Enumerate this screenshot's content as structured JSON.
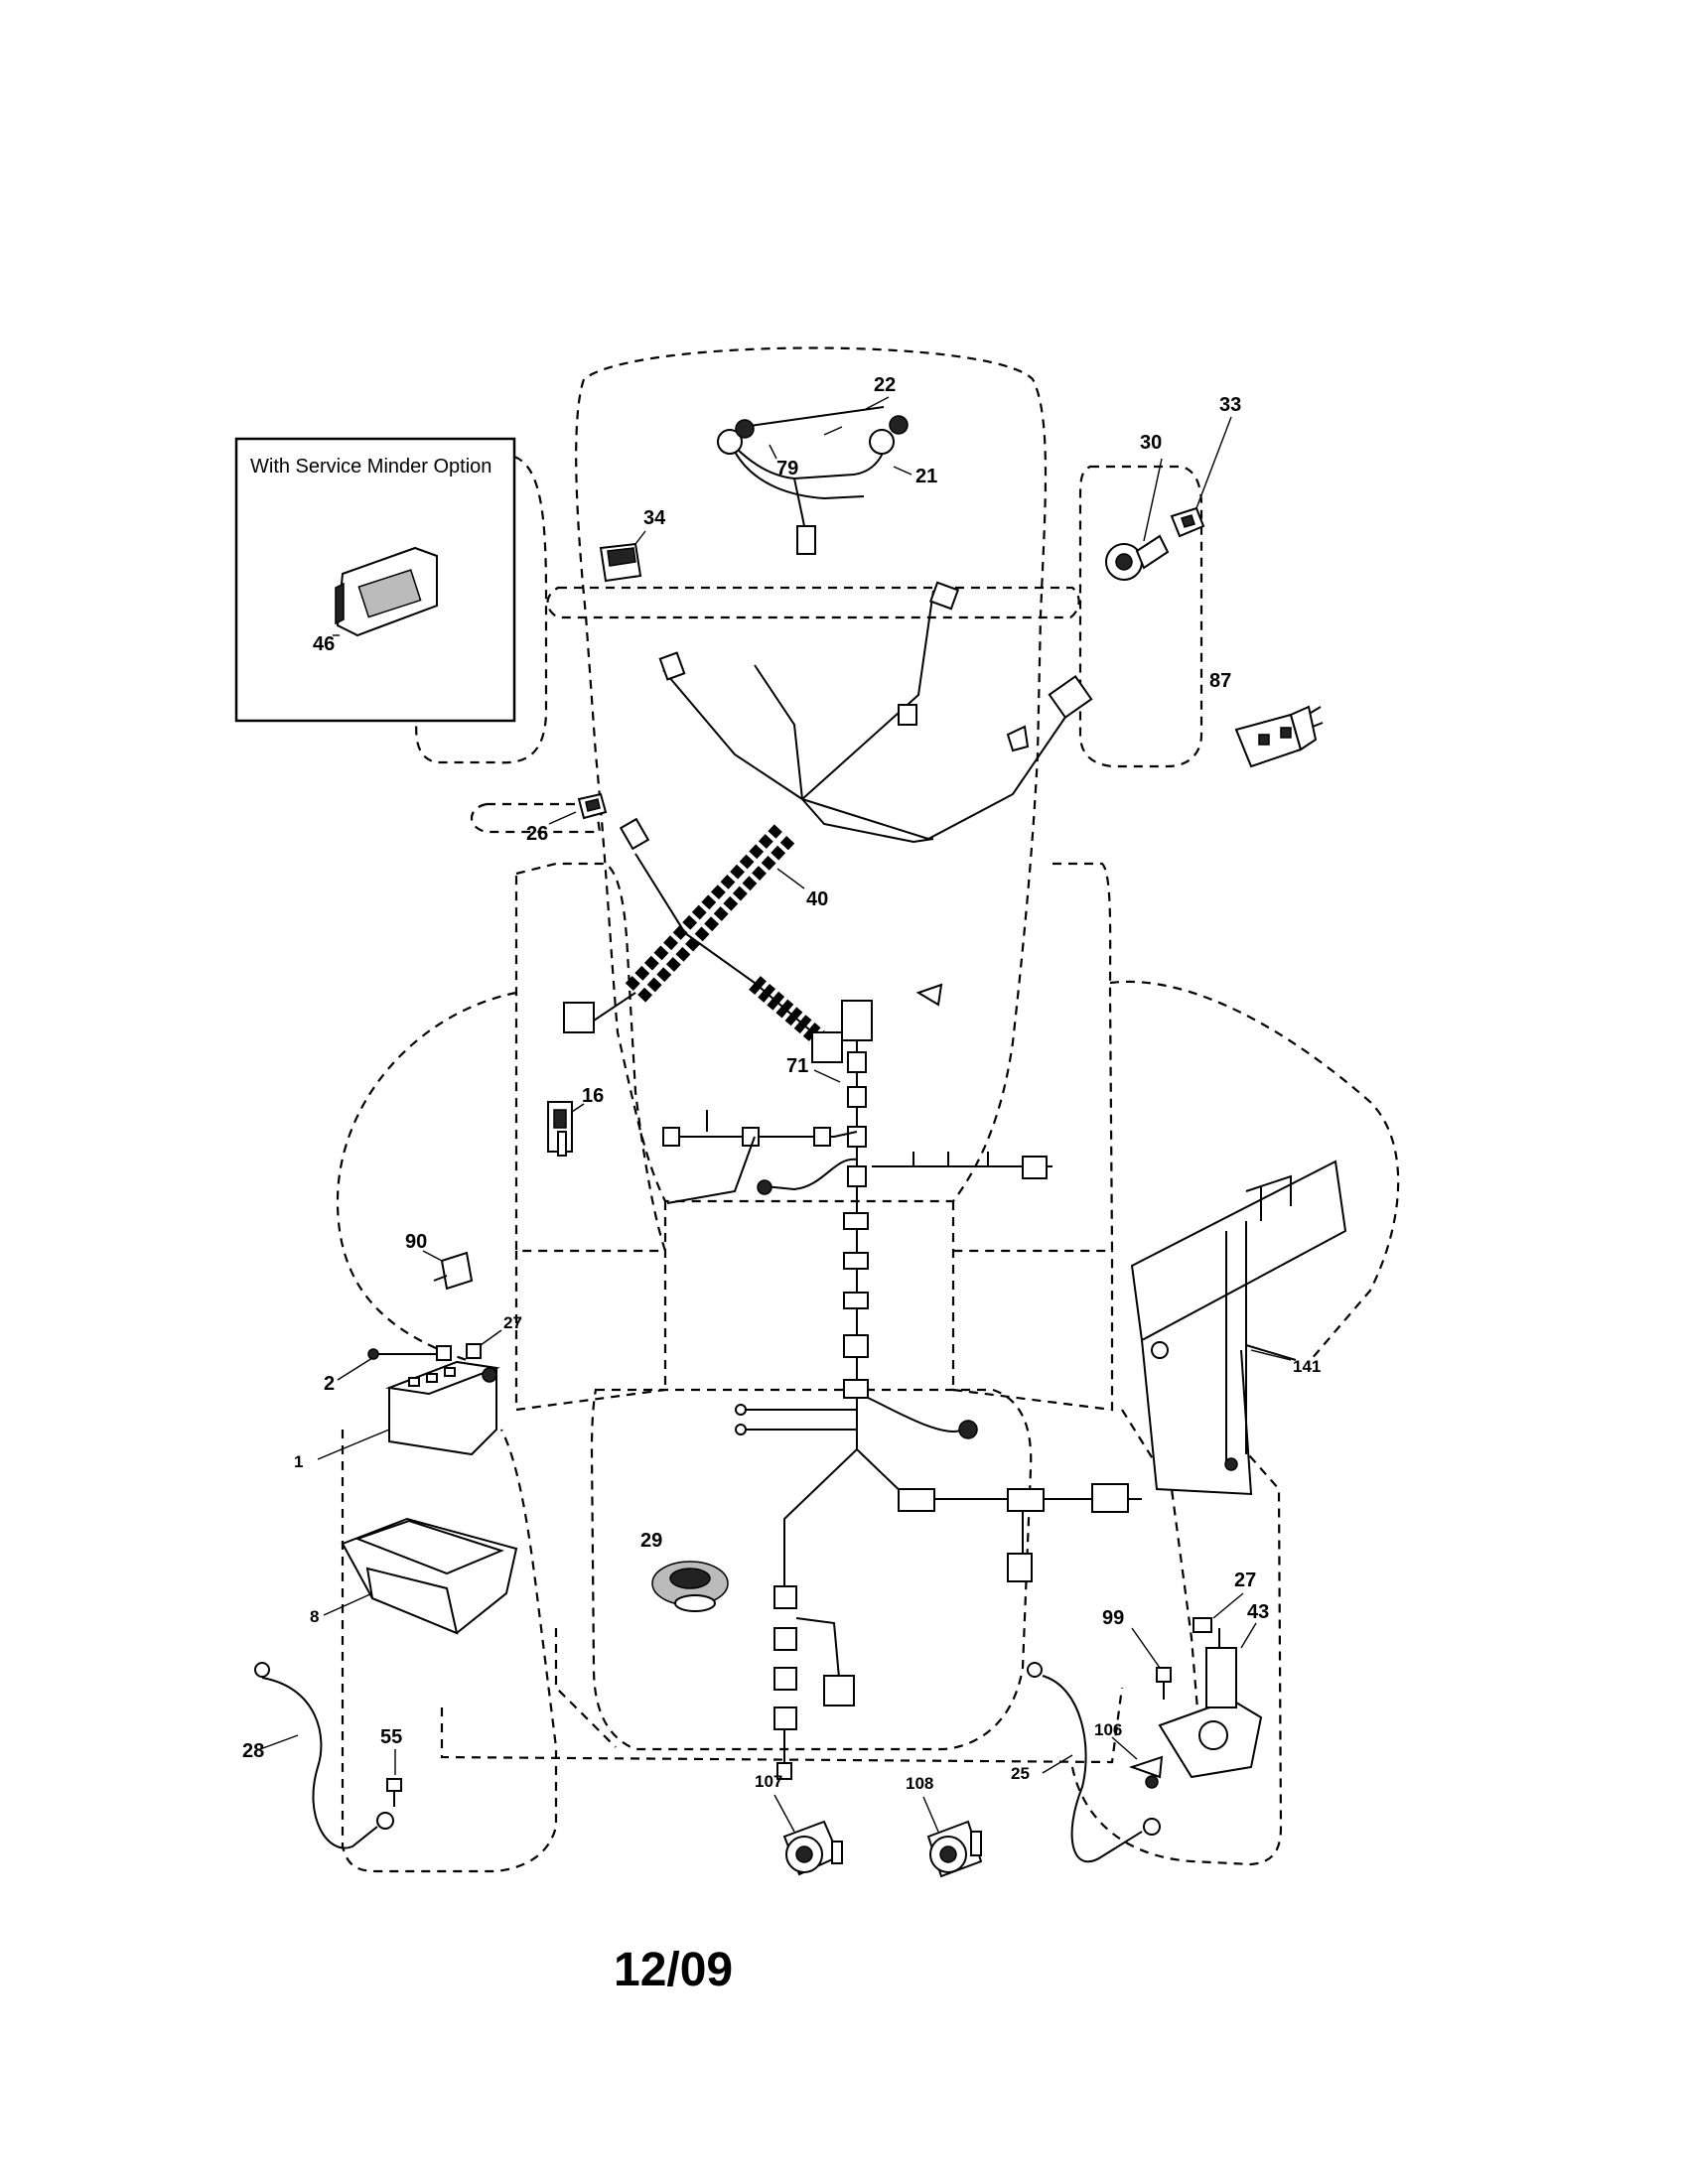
{
  "inset": {
    "title": "With Service Minder Option"
  },
  "callouts": {
    "p1": "1",
    "p2": "2",
    "p8": "8",
    "p16": "16",
    "p21": "21",
    "p22": "22",
    "p25": "25",
    "p26": "26",
    "p27a": "27",
    "p27b": "27",
    "p28": "28",
    "p29": "29",
    "p30": "30",
    "p33": "33",
    "p34": "34",
    "p40": "40",
    "p43": "43",
    "p46": "46",
    "p55": "55",
    "p71": "71",
    "p79": "79",
    "p87": "87",
    "p90": "90",
    "p99": "99",
    "p106": "106",
    "p107": "107",
    "p108": "108",
    "p141": "141"
  },
  "date_code": "12/09",
  "icons": [
    "battery-icon",
    "battery-tray-icon",
    "battery-cable-icon",
    "headlight-icon",
    "ignition-switch-icon",
    "seat-switch-icon",
    "relay-icon",
    "solenoid-icon",
    "fuse-holder-icon",
    "rocker-switch-icon",
    "wire-harness-icon",
    "alarm-icon"
  ]
}
